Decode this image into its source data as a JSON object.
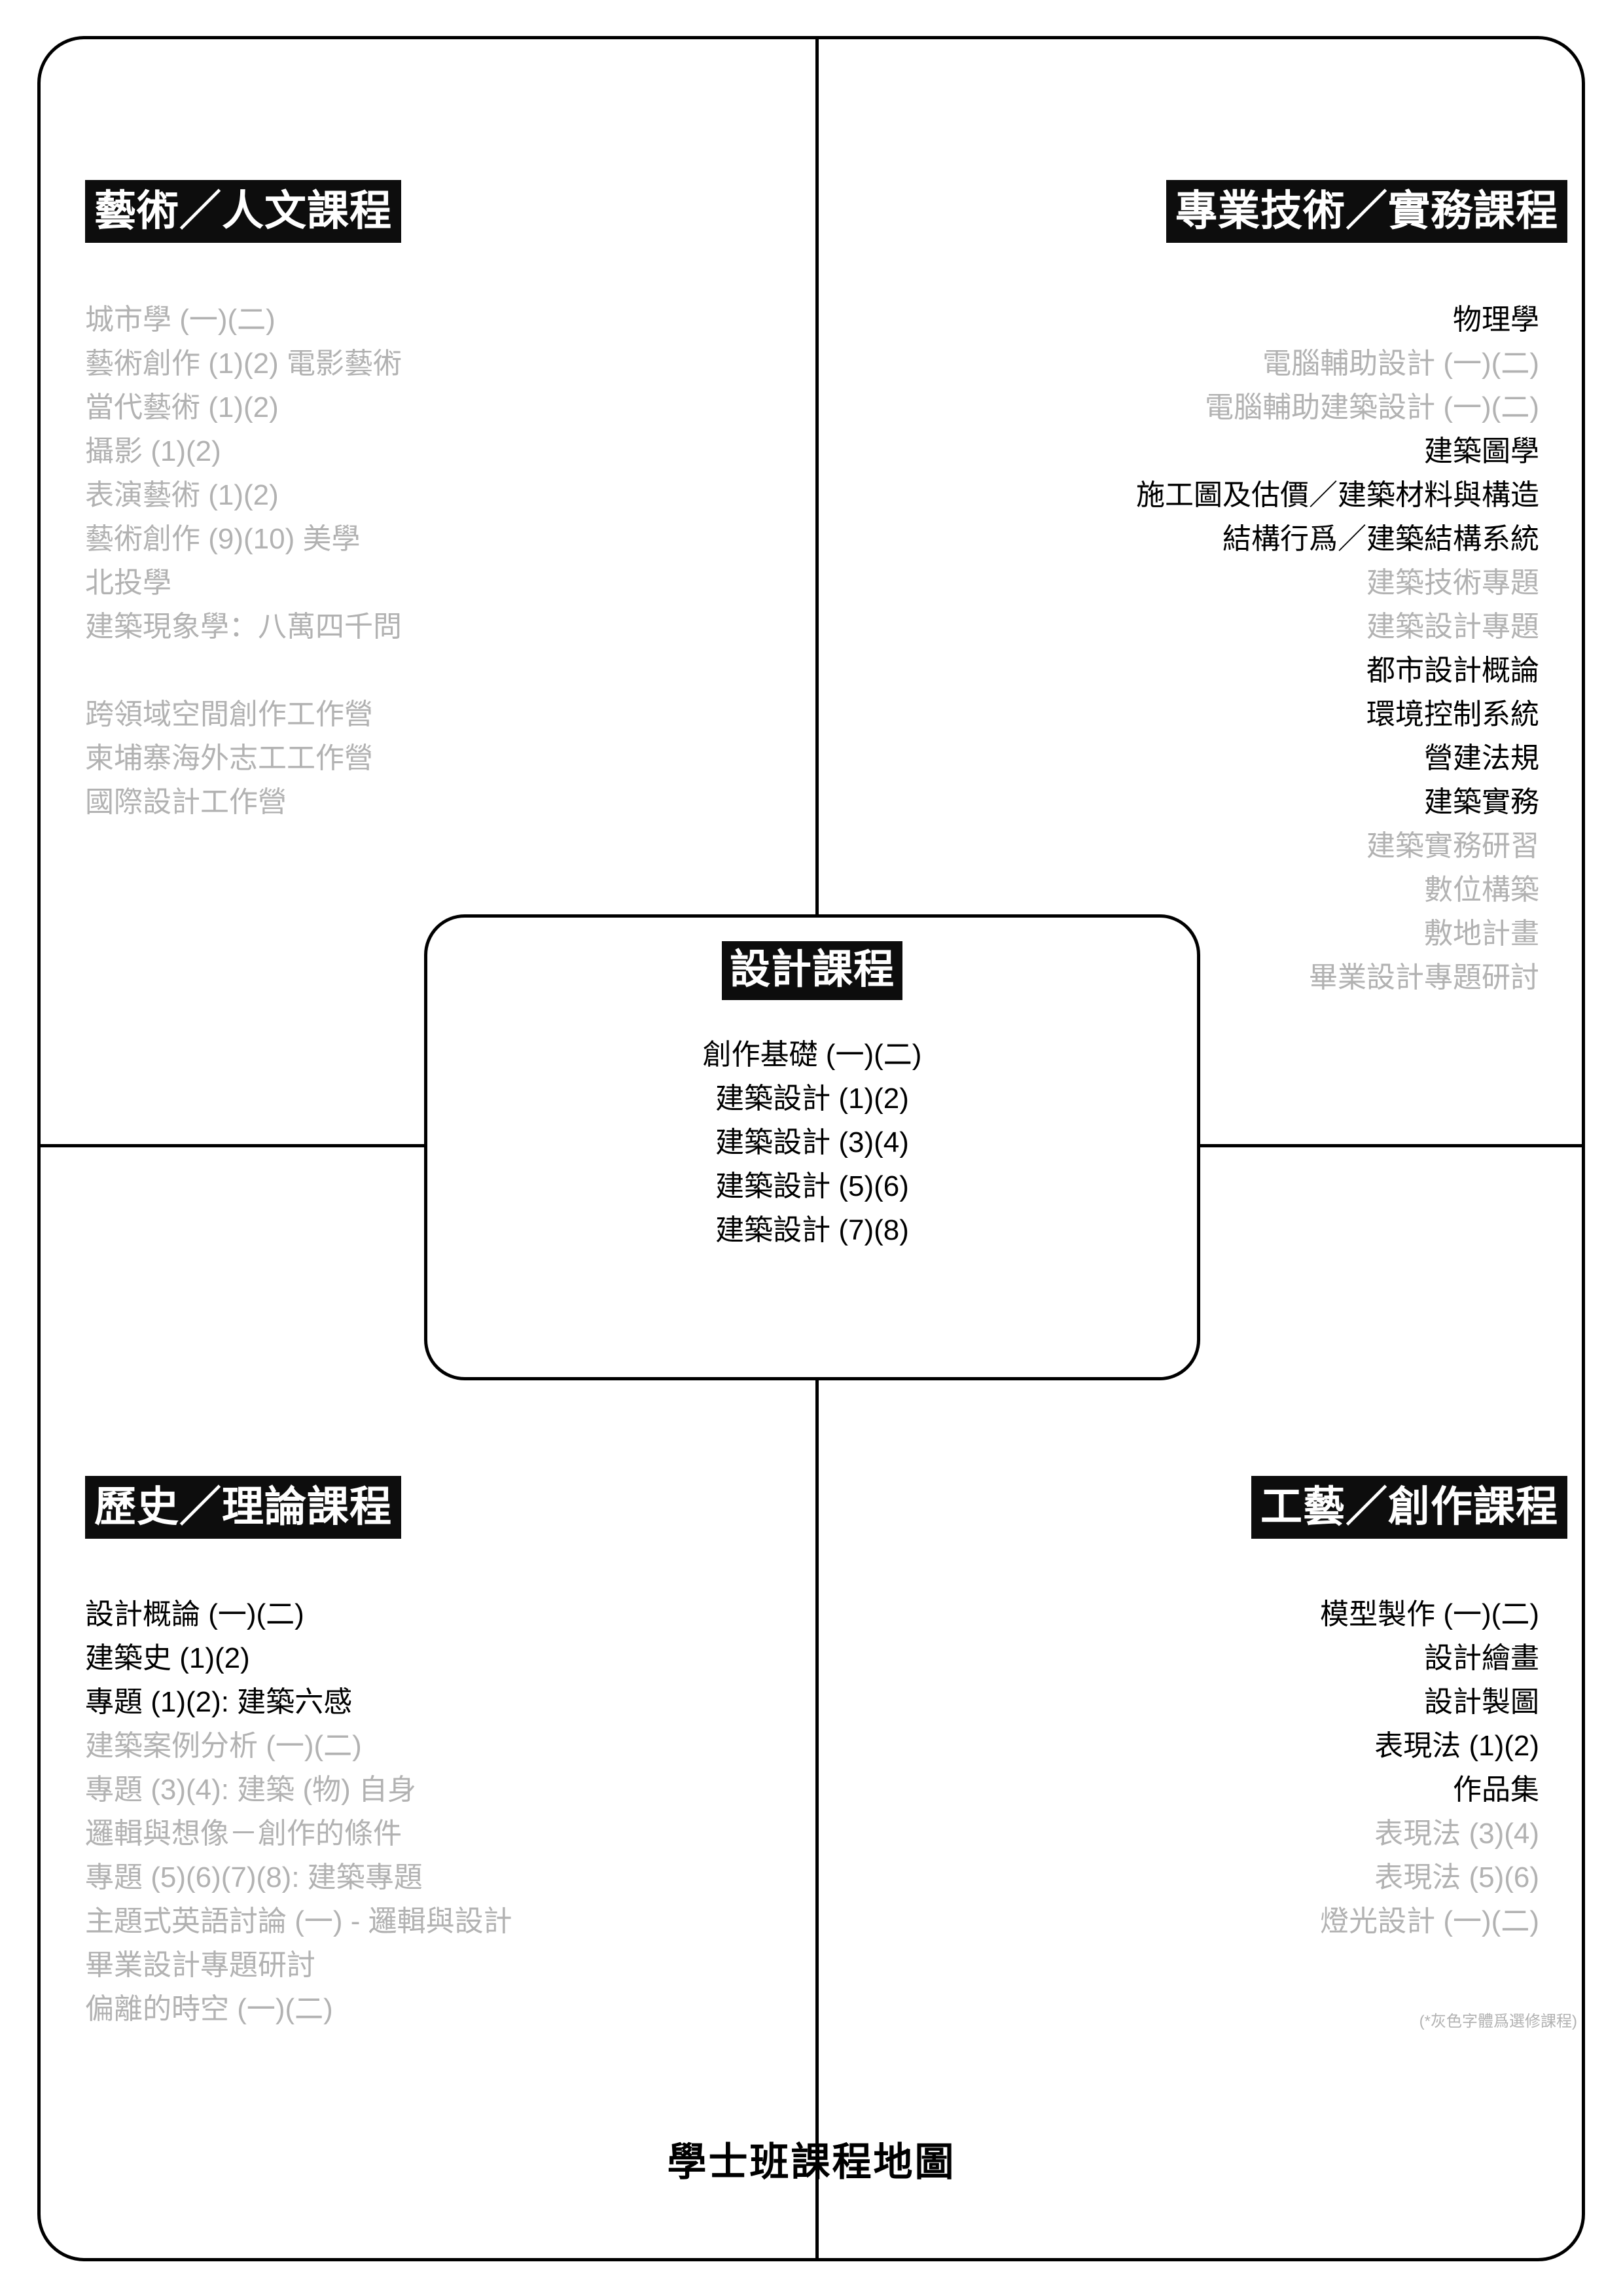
{
  "doc_title": "學士班課程地圖",
  "footnote": "(*灰色字體爲選修課程)",
  "quadrants": {
    "arts_humanities": {
      "heading": "藝術／人文課程",
      "courses": [
        {
          "label": "城市學 (一)(二)",
          "type": "elective"
        },
        {
          "label": "藝術創作 (1)(2) 電影藝術",
          "type": "elective"
        },
        {
          "label": "當代藝術 (1)(2)",
          "type": "elective"
        },
        {
          "label": "攝影 (1)(2)",
          "type": "elective"
        },
        {
          "label": "表演藝術 (1)(2)",
          "type": "elective"
        },
        {
          "label": "藝術創作 (9)(10) 美學",
          "type": "elective"
        },
        {
          "label": "北投學",
          "type": "elective"
        },
        {
          "label": "建築現象學：八萬四千問",
          "type": "elective"
        },
        {
          "label": "",
          "type": "spacer"
        },
        {
          "label": "跨領域空間創作工作營",
          "type": "elective"
        },
        {
          "label": "柬埔寨海外志工工作營",
          "type": "elective"
        },
        {
          "label": "國際設計工作營",
          "type": "elective"
        }
      ]
    },
    "professional_practice": {
      "heading": "專業技術／實務課程",
      "courses": [
        {
          "label": "物理學",
          "type": "required"
        },
        {
          "label": "電腦輔助設計 (一)(二)",
          "type": "elective"
        },
        {
          "label": "電腦輔助建築設計 (一)(二)",
          "type": "elective"
        },
        {
          "label": "建築圖學",
          "type": "required"
        },
        {
          "label": "施工圖及估價／建築材料與構造",
          "type": "required"
        },
        {
          "label": "結構行爲／建築結構系統",
          "type": "required"
        },
        {
          "label": "建築技術專題",
          "type": "elective"
        },
        {
          "label": "建築設計專題",
          "type": "elective"
        },
        {
          "label": "都市設計概論",
          "type": "required"
        },
        {
          "label": "環境控制系統",
          "type": "required"
        },
        {
          "label": "營建法規",
          "type": "required"
        },
        {
          "label": "建築實務",
          "type": "required"
        },
        {
          "label": "建築實務研習",
          "type": "elective"
        },
        {
          "label": "數位構築",
          "type": "elective"
        },
        {
          "label": "敷地計畫",
          "type": "elective"
        },
        {
          "label": "畢業設計專題研討",
          "type": "elective"
        }
      ]
    },
    "history_theory": {
      "heading": "歷史／理論課程",
      "courses": [
        {
          "label": "設計概論 (一)(二)",
          "type": "required"
        },
        {
          "label": "建築史 (1)(2)",
          "type": "required"
        },
        {
          "label": "專題 (1)(2): 建築六感",
          "type": "required"
        },
        {
          "label": "建築案例分析 (一)(二)",
          "type": "elective"
        },
        {
          "label": "專題 (3)(4): 建築 (物) 自身",
          "type": "elective"
        },
        {
          "label": "邏輯與想像－創作的條件",
          "type": "elective"
        },
        {
          "label": "專題 (5)(6)(7)(8): 建築專題",
          "type": "elective"
        },
        {
          "label": "主題式英語討論 (一) - 邏輯與設計",
          "type": "elective"
        },
        {
          "label": "畢業設計專題研討",
          "type": "elective"
        },
        {
          "label": "偏離的時空 (一)(二)",
          "type": "elective"
        }
      ]
    },
    "craft_creation": {
      "heading": "工藝／創作課程",
      "courses": [
        {
          "label": "模型製作 (一)(二)",
          "type": "required"
        },
        {
          "label": "設計繪畫",
          "type": "required"
        },
        {
          "label": "設計製圖",
          "type": "required"
        },
        {
          "label": "表現法 (1)(2)",
          "type": "required"
        },
        {
          "label": "作品集",
          "type": "required"
        },
        {
          "label": "表現法 (3)(4)",
          "type": "elective"
        },
        {
          "label": "表現法 (5)(6)",
          "type": "elective"
        },
        {
          "label": "燈光設計 (一)(二)",
          "type": "elective"
        }
      ]
    },
    "design_core": {
      "heading": "設計課程",
      "courses": [
        {
          "label": "創作基礎 (一)(二)",
          "type": "required"
        },
        {
          "label": "建築設計 (1)(2)",
          "type": "required"
        },
        {
          "label": "建築設計 (3)(4)",
          "type": "required"
        },
        {
          "label": "建築設計 (5)(6)",
          "type": "required"
        },
        {
          "label": "建築設計 (7)(8)",
          "type": "required"
        }
      ]
    }
  },
  "colors": {
    "required_text": "#000000",
    "elective_text": "#b2b2b2",
    "heading_bg": "#0d0d0d",
    "heading_text": "#ffffff",
    "frame_line": "#000000"
  }
}
